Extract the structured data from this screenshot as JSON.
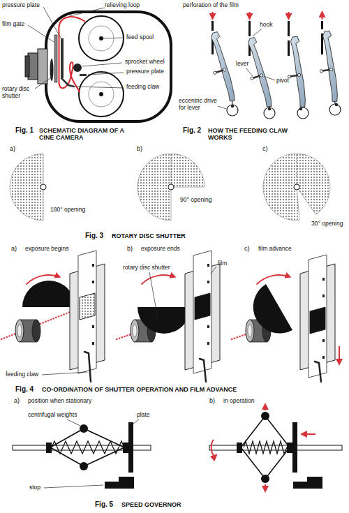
{
  "diagram": {
    "labels": [
      "pressure plate",
      "relieving loop",
      "film gate",
      "feed spool",
      "sprocket wheel",
      "pressure plate",
      "rotary disc shutter",
      "feeding claw",
      "Fig. 1",
      "SCHEMATIC DIAGRAM OF A CINE CAMERA",
      "perforation of the film",
      "hook",
      "lever",
      "pivot",
      "eccentric drive for lever",
      "Fig. 2",
      "HOW THE FEEDING CLAW WORKS",
      "a)",
      "180° opening",
      "b)",
      "90° opening",
      "c)",
      "30° opening",
      "Fig. 3",
      "ROTARY DISC SHUTTER",
      "a)",
      "exposure begins",
      "b)",
      "exposure ends",
      "film",
      "rotary disc shutter",
      "c)",
      "film advance",
      "feeding claw",
      "Fig. 4",
      "CO-ORDINATION OF SHUTTER OPERATION AND FILM ADVANCE",
      "a)",
      "position when stationary",
      "centrifugal weights",
      "plate",
      "stop",
      "b)",
      "in operation",
      "Fig. 5",
      "SPEED GOVERNOR"
    ]
  }
}
